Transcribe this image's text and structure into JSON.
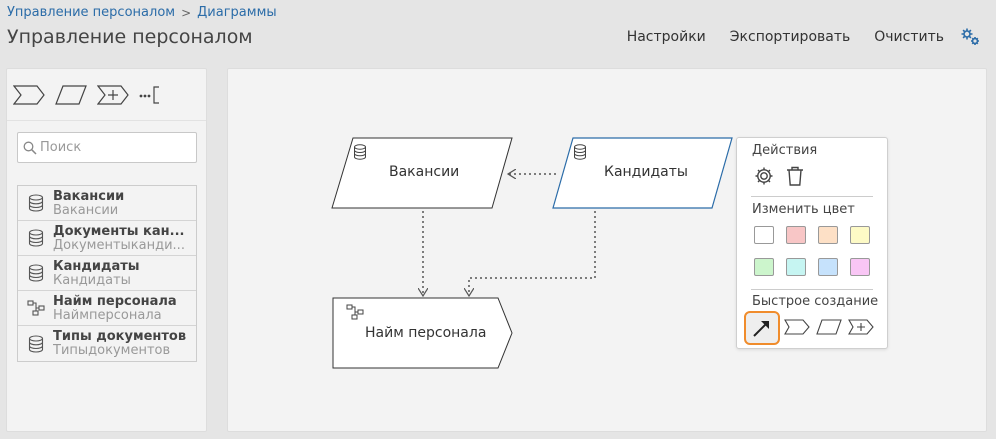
{
  "breadcrumb": {
    "items": [
      "Управление персоналом",
      "Диаграммы"
    ],
    "separator": ">"
  },
  "page": {
    "title": "Управление персоналом"
  },
  "header": {
    "settings_label": "Настройки",
    "export_label": "Экспортировать",
    "clear_label": "Очистить",
    "gear_icon": "gears-icon"
  },
  "sidebar": {
    "shape_tools": [
      "chevron-shape-icon",
      "parallelogram-shape-icon",
      "chevron-plus-shape-icon",
      "more-bracket-icon"
    ],
    "search": {
      "placeholder": "Поиск"
    },
    "items": [
      {
        "name": "Вакансии",
        "sub": "Вакансии",
        "icon": "database-icon"
      },
      {
        "name": "Документы кан...",
        "sub": "Документыканди...",
        "icon": "database-icon"
      },
      {
        "name": "Кандидаты",
        "sub": "Кандидаты",
        "icon": "database-icon"
      },
      {
        "name": "Найм персонала",
        "sub": "Наймперсонала",
        "icon": "process-icon"
      },
      {
        "name": "Типы документов",
        "sub": "Типыдокументов",
        "icon": "database-icon"
      }
    ]
  },
  "diagram": {
    "nodes": {
      "vacancies": "Вакансии",
      "candidates": "Кандидаты",
      "hiring": "Найм персонала"
    }
  },
  "actions_panel": {
    "actions_title": "Действия",
    "color_title": "Изменить цвет",
    "quick_title": "Быстрое создание",
    "colors": [
      "#ffffff",
      "#f8c6c6",
      "#fde0c6",
      "#fdfac6",
      "#ccf5cc",
      "#c6f5f2",
      "#c6e2fc",
      "#f9c6f5"
    ]
  }
}
